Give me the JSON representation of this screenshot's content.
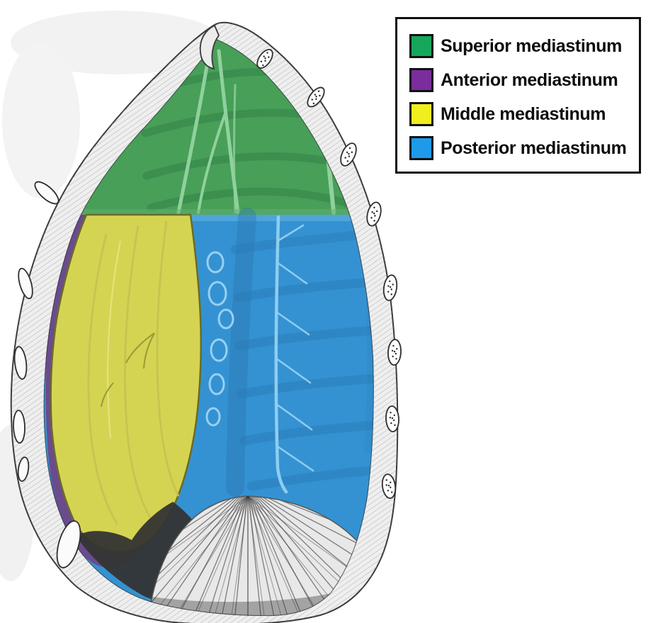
{
  "legend": {
    "items": [
      {
        "id": "superior",
        "label": "Superior mediastinum",
        "color": "#17a75c"
      },
      {
        "id": "anterior",
        "label": "Anterior mediastinum",
        "color": "#7b2d9b"
      },
      {
        "id": "middle",
        "label": "Middle mediastinum",
        "color": "#f0ee1f"
      },
      {
        "id": "posterior",
        "label": "Posterior mediastinum",
        "color": "#1e9ae8"
      }
    ]
  },
  "regions": {
    "superior": {
      "name": "Superior mediastinum",
      "overlay": "#479f58"
    },
    "anterior": {
      "name": "Anterior mediastinum",
      "overlay": "#6a4b8e"
    },
    "middle": {
      "name": "Middle mediastinum",
      "overlay": "#d5d452"
    },
    "posterior": {
      "name": "Posterior mediastinum",
      "overlay": "#3492d2"
    }
  }
}
